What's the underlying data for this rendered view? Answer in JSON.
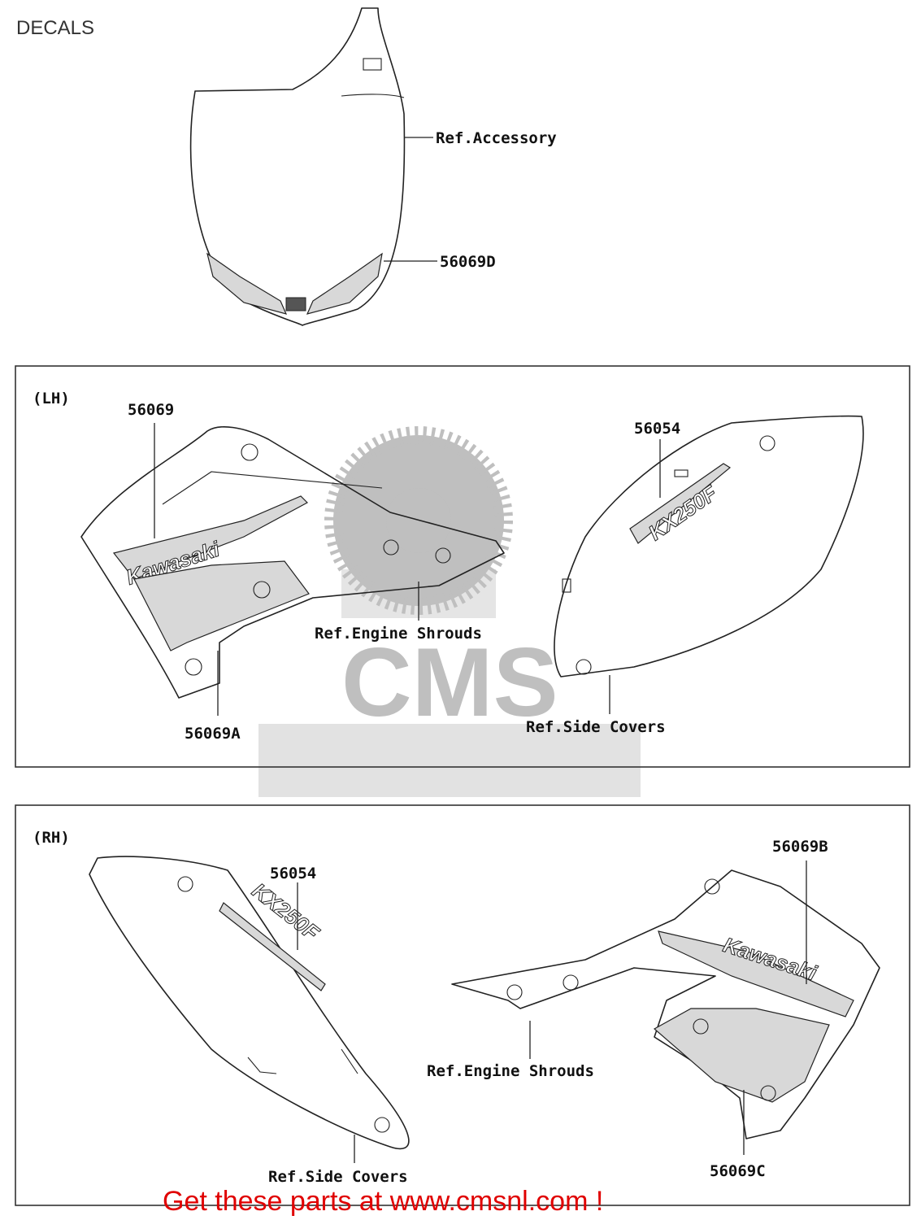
{
  "title": "DECALS",
  "promo_text": "Get these parts at www.cmsnl.com !",
  "panels": {
    "lh": {
      "side_label": "(LH)",
      "callouts": {
        "part_56069": "56069",
        "part_56069A": "56069A",
        "part_56054": "56054",
        "ref_engine_shrouds": "Ref.Engine Shrouds",
        "ref_side_covers": "Ref.Side Covers"
      }
    },
    "rh": {
      "side_label": "(RH)",
      "callouts": {
        "part_56054": "56054",
        "part_56069B": "56069B",
        "part_56069C": "56069C",
        "ref_engine_shrouds": "Ref.Engine Shrouds",
        "ref_side_covers": "Ref.Side Covers"
      }
    }
  },
  "top_part": {
    "callouts": {
      "ref_accessory": "Ref.Accessory",
      "part_56069D": "56069D"
    }
  },
  "decal_texts": {
    "brand": "Kawasaki",
    "model": "KX250F"
  },
  "watermark": {
    "text": "CMS"
  },
  "colors": {
    "promo": "#e00000",
    "line": "#222222",
    "watermark": "#8a8a8a"
  }
}
